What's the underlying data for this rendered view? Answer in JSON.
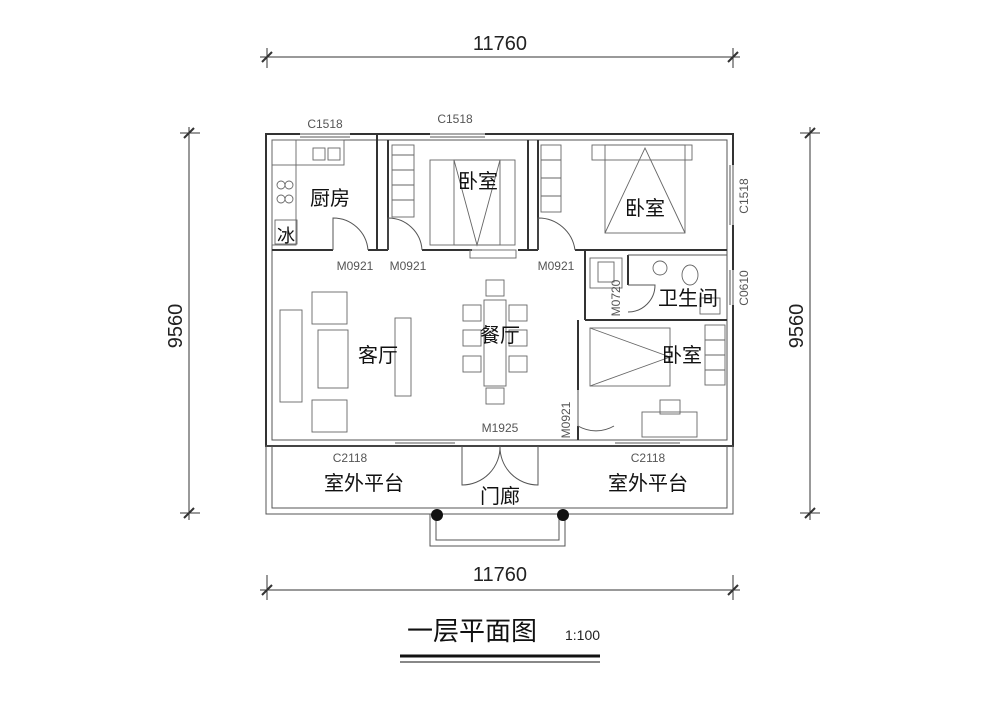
{
  "title": "一层平面图",
  "scale": "1:100",
  "dimensions": {
    "top_width": "11760",
    "bottom_width": "11760",
    "left_height": "9560",
    "right_height": "9560"
  },
  "rooms": {
    "kitchen": "厨房",
    "fridge": "冰",
    "bedroom_top": "卧室",
    "bedroom_master": "卧室",
    "bathroom": "卫生间",
    "bedroom_small": "卧室",
    "living": "客厅",
    "dining": "餐厅",
    "porch": "门廊",
    "terrace_left": "室外平台",
    "terrace_right": "室外平台"
  },
  "windows": {
    "c1518_kitchen": "C1518",
    "c1518_bedroom": "C1518",
    "c1518_right": "C1518",
    "c0610": "C0610",
    "c2118_left": "C2118",
    "c2118_right": "C2118"
  },
  "doors": {
    "m0921_kitchen": "M0921",
    "m0921_bedroom": "M0921",
    "m0921_master": "M0921",
    "m0720": "M0720",
    "m0921_small": "M0921",
    "m1925": "M1925"
  }
}
